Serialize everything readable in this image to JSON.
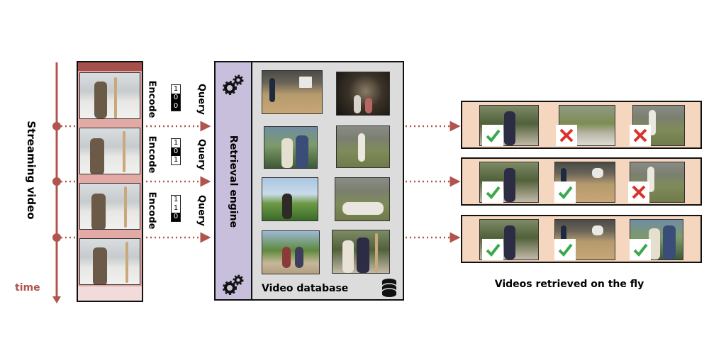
{
  "labels": {
    "streaming_video": "Streaming video",
    "time": "time",
    "encode": "Encode",
    "query": "Query",
    "retrieval_engine": "Retrieval engine",
    "video_database": "Video database",
    "videos_retrieved": "Videos retrieved on the fly"
  },
  "codes": [
    [
      "1",
      "0",
      "0"
    ],
    [
      "1",
      "0",
      "1"
    ],
    [
      "1",
      "1",
      "0"
    ]
  ],
  "database_thumbnails": [
    "gym",
    "stage",
    "people",
    "field",
    "park",
    "field",
    "bikes",
    "archers"
  ],
  "results": [
    [
      {
        "thumb": "archers",
        "match": "check"
      },
      {
        "thumb": "crowd",
        "match": "cross"
      },
      {
        "thumb": "field",
        "match": "cross"
      }
    ],
    [
      {
        "thumb": "archers",
        "match": "check"
      },
      {
        "thumb": "gym",
        "match": "check"
      },
      {
        "thumb": "field",
        "match": "cross"
      }
    ],
    [
      {
        "thumb": "archers",
        "match": "check"
      },
      {
        "thumb": "gym",
        "match": "check"
      },
      {
        "thumb": "people",
        "match": "check"
      }
    ]
  ],
  "colors": {
    "timeline": "#b0544e",
    "film_top": "#a4514c",
    "film_strip": "#e3a9a5",
    "film_bottom": "#f2dcdb",
    "engine": "#c8bfdc",
    "database": "#dcdcdc",
    "result_bg": "#f5d6bf",
    "check": "#3aa84b",
    "cross": "#d9322c"
  }
}
